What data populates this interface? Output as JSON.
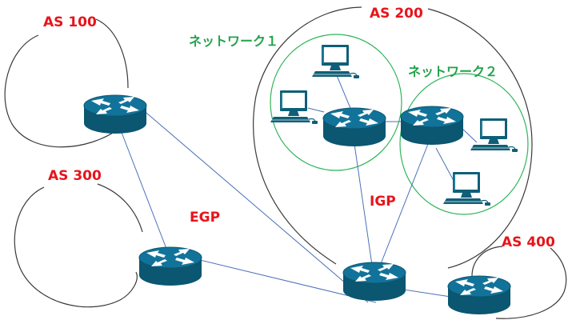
{
  "autonomous_systems": {
    "as100": "AS 100",
    "as200": "AS 200",
    "as300": "AS 300",
    "as400": "AS 400"
  },
  "networks": {
    "network1": "ネットワーク１",
    "network2": "ネットワーク２"
  },
  "protocols": {
    "egp": "EGP",
    "igp": "IGP"
  },
  "colors": {
    "as_label": "#e8141b",
    "network_label": "#22a24a",
    "network_ring": "#2fb55a",
    "link": "#4a72b8",
    "router_top": "#0f6e8c",
    "router_body": "#0b5670",
    "computer": "#10607a"
  },
  "icons": {
    "router": "router-icon",
    "computer": "computer-icon"
  }
}
